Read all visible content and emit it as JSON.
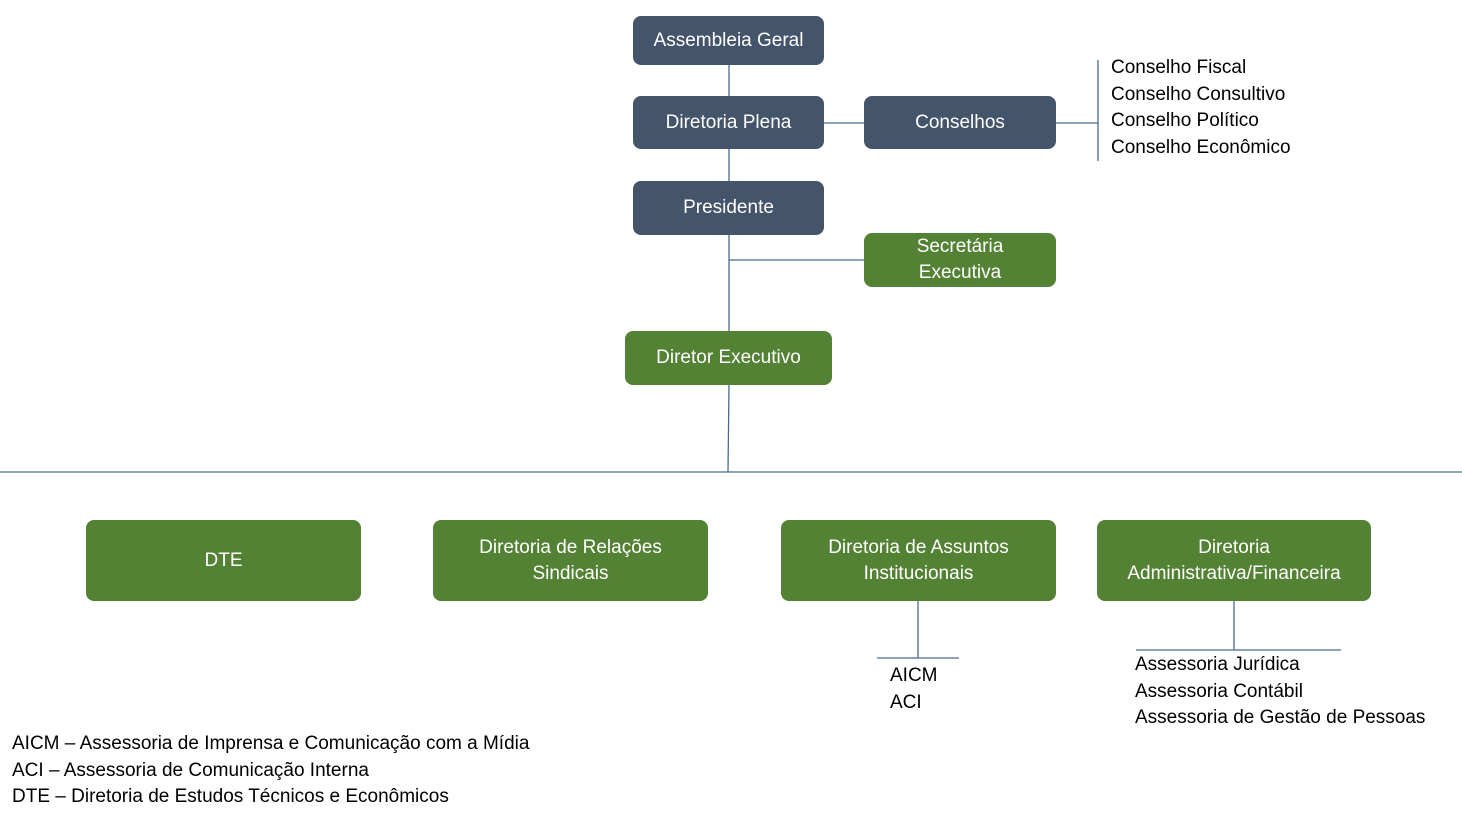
{
  "nodes": {
    "assembleia_geral": "Assembleia Geral",
    "diretoria_plena": "Diretoria Plena",
    "conselhos": "Conselhos",
    "presidente": "Presidente",
    "secretaria_executiva": "Secretária\nExecutiva",
    "diretor_executivo": "Diretor Executivo",
    "dte": "DTE",
    "diretoria_relacoes_sindicais": "Diretoria de Relações\nSindicais",
    "diretoria_assuntos_institucionais": "Diretoria de Assuntos\nInstitucionais",
    "diretoria_administrativa_financeira": "Diretoria\nAdministrativa/Financeira"
  },
  "conselhos_list": [
    "Conselho Fiscal",
    "Conselho Consultivo",
    "Conselho Político",
    "Conselho Econômico"
  ],
  "institucionais_list": [
    "AICM",
    "ACI"
  ],
  "administrativa_list": [
    "Assessoria Jurídica",
    "Assessoria Contábil",
    "Assessoria de Gestão de Pessoas"
  ],
  "legend": [
    "AICM – Assessoria de Imprensa e Comunicação com a Mídia",
    "ACI – Assessoria de Comunicação Interna",
    "DTE – Diretoria de Estudos Técnicos e Econômicos"
  ],
  "colors": {
    "dark_node": "#44546a",
    "green_node": "#548235",
    "connector": "#4a6a94"
  }
}
